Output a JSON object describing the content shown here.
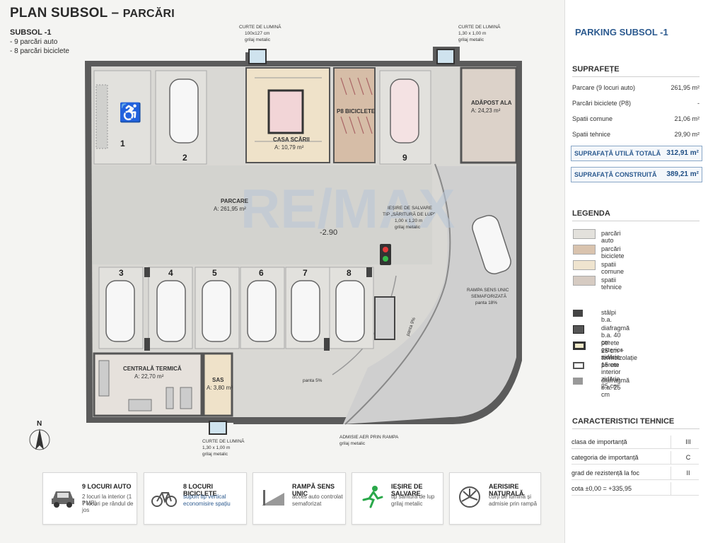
{
  "header": {
    "title": "PLAN SUBSOL",
    "dash": "–",
    "subtitle": "PARCĂRI"
  },
  "summary": {
    "heading": "SUBSOL -1",
    "lines": [
      "- 9 parcări auto",
      "- 8 parcări biciclete"
    ]
  },
  "plan": {
    "parking_numbers": [
      "1",
      "2",
      "3",
      "4",
      "5",
      "6",
      "7",
      "8",
      "9"
    ],
    "rooms": {
      "casa_scarii": {
        "name": "CASA SCĂRII",
        "area": "A: 10,79 m²"
      },
      "biciclete": {
        "name": "P8 BICICLETE"
      },
      "adapost": {
        "name": "ADĂPOST ALA",
        "area": "A: 24,23 m²"
      },
      "parcare": {
        "name": "PARCARE",
        "area": "A: 261,95 m²"
      },
      "centrala": {
        "name": "CENTRALĂ TERMICĂ",
        "area": "A: 22,70 m²"
      },
      "sas": {
        "name": "SAS",
        "area": "A: 3,80 m²"
      }
    },
    "level_mark": "-2.90",
    "annotations": {
      "curte1": [
        "CURTE DE LUMINĂ",
        "100x127 cm",
        "grilaj metalic"
      ],
      "curte2": [
        "CURTE DE LUMINĂ",
        "1,30 x 1,00 m",
        "grilaj metalic"
      ],
      "curte3": [
        "CURTE DE LUMINĂ",
        "1,30 x 1,00 m",
        "grilaj metalic"
      ],
      "iesire": [
        "IEȘIRE DE SALVARE",
        "TIP „SĂRITURĂ DE LUP”",
        "1,00 x 1,20 m",
        "grilaj metalic"
      ],
      "rampa": [
        "RAMPA SENS UNIC",
        "SEMAFORIZATĂ",
        "panta 18%"
      ],
      "admisie": [
        "ADMISIE AER PRIN RAMPA",
        "grilaj metalic"
      ],
      "panta5": "panta 5%",
      "panta9": "panta 9%"
    },
    "watermark": "RE/MAX",
    "north": "N"
  },
  "panel": {
    "title": "PARKING SUBSOL -1",
    "suprafete_heading": "SUPRAFEȚE",
    "suprafete": [
      {
        "label": "Parcare (9 locuri auto)",
        "value": "261,95 m²"
      },
      {
        "label": "Parcări biciclete (P8)",
        "value": "-"
      },
      {
        "label": "Spatii comune",
        "value": "21,06 m²"
      },
      {
        "label": "Spatii tehnice",
        "value": "29,90 m²"
      }
    ],
    "utila": {
      "label": "SUPRAFAȚĂ UTILĂ TOTALĂ",
      "value": "312,91 m²"
    },
    "construita": {
      "label": "SUPRAFAȚĂ CONSTRUITĂ",
      "value": "389,21 m²"
    },
    "legenda_heading": "LEGENDA",
    "legenda_colors": [
      {
        "label": "parcări auto",
        "color": "#e3e1dc"
      },
      {
        "label": "parcări biciclete",
        "color": "#d9c3ae"
      },
      {
        "label": "spatii comune",
        "color": "#efe4cf"
      },
      {
        "label": "spatii tehnice",
        "color": "#d6cbc2"
      }
    ],
    "legenda_struct": [
      {
        "label": "stâlpi b.a.",
        "line2": ""
      },
      {
        "label": "diafragmă b.a.  40 cm",
        "line2": ""
      },
      {
        "label": "perete exterior zidărie",
        "line2": "25 cm + termoizolație 15 cm"
      },
      {
        "label": "perete interior zidărie 25 cm",
        "line2": ""
      },
      {
        "label": "diafragmă b.a.  25 cm",
        "line2": ""
      }
    ],
    "caracteristici_heading": "CARACTERISTICI TEHNICE",
    "caracteristici": [
      {
        "label": "clasa de importanță",
        "value": "III"
      },
      {
        "label": "categoria de importanță",
        "value": "C"
      },
      {
        "label": "grad de rezistență la foc",
        "value": "II"
      },
      {
        "label": "cota ±0,00 = +335,95",
        "value": ""
      }
    ]
  },
  "cards": [
    {
      "icon": "car-icon",
      "title": "9 LOCURI AUTO",
      "line1": "2 locuri la interior (1 PMR)",
      "line2": "7 locuri pe rândul de jos"
    },
    {
      "icon": "bicycle-icon",
      "title": "8 LOCURI BICICLETE",
      "line1": "suport tip vertical",
      "line2": "economisire spațiu"
    },
    {
      "icon": "ramp-icon",
      "title": "RAMPĂ SENS UNIC",
      "line1": "acces auto controlat",
      "line2": "semaforizat"
    },
    {
      "icon": "emergency-exit-icon",
      "title": "IEȘIRE DE SALVARE",
      "line1": "tip săritură de lup",
      "line2": "grilaj metalic"
    },
    {
      "icon": "ventilation-icon",
      "title": "AERISIRE NATURALĂ",
      "line1": "curți de lumină și",
      "line2": "admisie prin rampă"
    }
  ]
}
